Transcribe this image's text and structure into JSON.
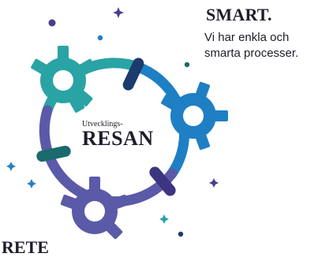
{
  "section": {
    "heading": "SMART.",
    "body_lines": [
      "Vi har enkla och",
      "smarta processer."
    ]
  },
  "logo": {
    "top_text": "Utvecklings-",
    "main_text": "RESAN"
  },
  "next_section": {
    "heading_partial": "RETE"
  },
  "colors": {
    "text": "#1d1d2b",
    "teal": "#2aa3a5",
    "blue": "#1f7fc4",
    "purple": "#5b5aa8",
    "dark_navy": "#1c3b6e",
    "dark_teal": "#1a6b6d",
    "indigo": "#3d3580",
    "violet": "#4b3d8f",
    "sparkle_blue": "#2a7fc0"
  },
  "icons": [
    "gear-icon",
    "sparkle-icon",
    "dot-icon"
  ]
}
